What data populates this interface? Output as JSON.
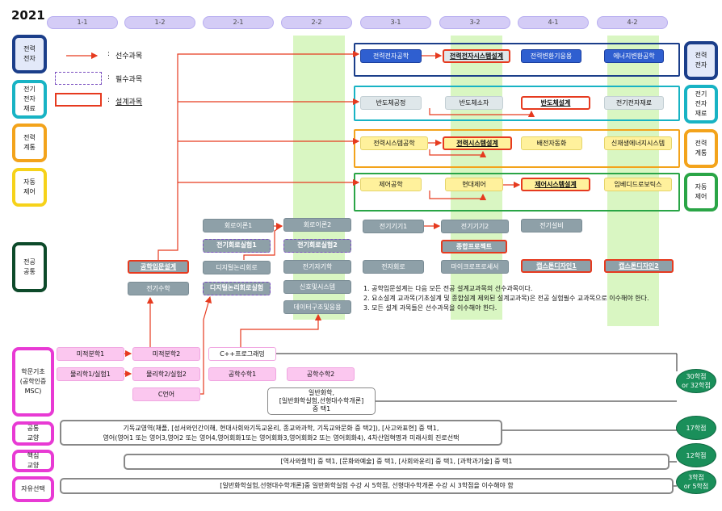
{
  "year": "2021",
  "semesters": [
    "1-1",
    "1-2",
    "2-1",
    "2-2",
    "3-1",
    "3-2",
    "4-1",
    "4-2"
  ],
  "legend": {
    "prereq": "선수과목",
    "required": "필수과목",
    "design": "설계과목",
    "colon": ":"
  },
  "colors": {
    "power": "#1b3e8a",
    "semi": "#18b3c4",
    "control": "#f3a31b",
    "auto": "#2aa546",
    "core": "#0d4a2a",
    "basic": "#e83ad4",
    "green": "#1a8f5a"
  },
  "tracks": {
    "power": "전력\n전자",
    "semi": "전기\n전자\n재료",
    "control": "전력\n계통",
    "auto": "자동\n제어",
    "core": "전공\n공통",
    "basic": "학문기초\n(공학인증\nMSC)",
    "liberal": "공통\n교양",
    "core_lib": "핵심\n교양",
    "free": "자유선택"
  },
  "rows": {
    "power": [
      "전력전자공학",
      "전력전자시스템설계",
      "전력변환기응용",
      "에너지변환공학"
    ],
    "semi": [
      "반도체공정",
      "반도체소자",
      "반도체설계",
      "전기전자재료"
    ],
    "control": [
      "전력시스템공학",
      "전력시스템설계",
      "배전자동화",
      "신재생에너지시스템"
    ],
    "auto": [
      "제어공학",
      "현대제어",
      "제어시스템설계",
      "임베디드로보틱스"
    ]
  },
  "core": {
    "c1": "회로이론1",
    "c2": "회로이론2",
    "c3": "전기기기1",
    "c4": "전기기기2",
    "c5": "전기설비",
    "c6": "전기회로실험1",
    "c7": "전기회로실험2",
    "c8": "종합프로젝트",
    "c9": "공학입문설계",
    "c10": "디지털논리회로",
    "c11": "전기자기학",
    "c12": "전자회로",
    "c13": "마이크로프로세서",
    "c14": "캡스톤디자인1",
    "c15": "캡스톤디자인2",
    "c16": "전기수학",
    "c17": "디지털논리회로실험",
    "c18": "신호및시스템",
    "c19": "데이터구조및응용"
  },
  "notes": [
    "1. 공학입문설계는 다음 모든 전공 설계교과목의 선수과목이다.",
    "2. 요소설계 교과목(기초설계 및 종합설계 제외된 설계교과목)은 전공 실험필수 교과목으로 이수해야 한다.",
    "3. 모든 설계 과목들은 선수과목을 이수해야 한다."
  ],
  "basic": {
    "b1": "미적분학1",
    "b2": "미적분학2",
    "b3": "C++프로그래밍",
    "b4": "물리학1/실험1",
    "b5": "물리학2/실험2",
    "b6": "공학수학1",
    "b7": "공학수학2",
    "b8": "C언어",
    "b9": "일반화학,\n[일반화학실험,선형대수학개론]\n중 택1"
  },
  "liberal_text": "기독교영역(채플, [성서와인간이해, 현대사회와기독교윤리, 종교와과학, 기독교와문화 중 택2]), [사고와표현] 중 택1,\n영어(영어1 또는 영어3,영어2 또는 영어4,영어회화1또는 영어회화3,영어회화2 또는 영어회화4), 4차산업혁명과 미래사회 진로선택",
  "core_lib_text": "[역사와철학] 중 택1, [문화와예술] 중 택1, [사회와윤리] 중 택1, [과학과기술] 중 택1",
  "free_text": "[일반화학실험,선형대수학개론]중 일반화학실험 수강 시 5학점, 선형대수학개론 수강 시 3학점을 이수해야 함",
  "credits": {
    "basic": "30학점\nor 32학점",
    "liberal": "17학점",
    "core_lib": "12학점",
    "free": "3학점\nor 5학점"
  }
}
